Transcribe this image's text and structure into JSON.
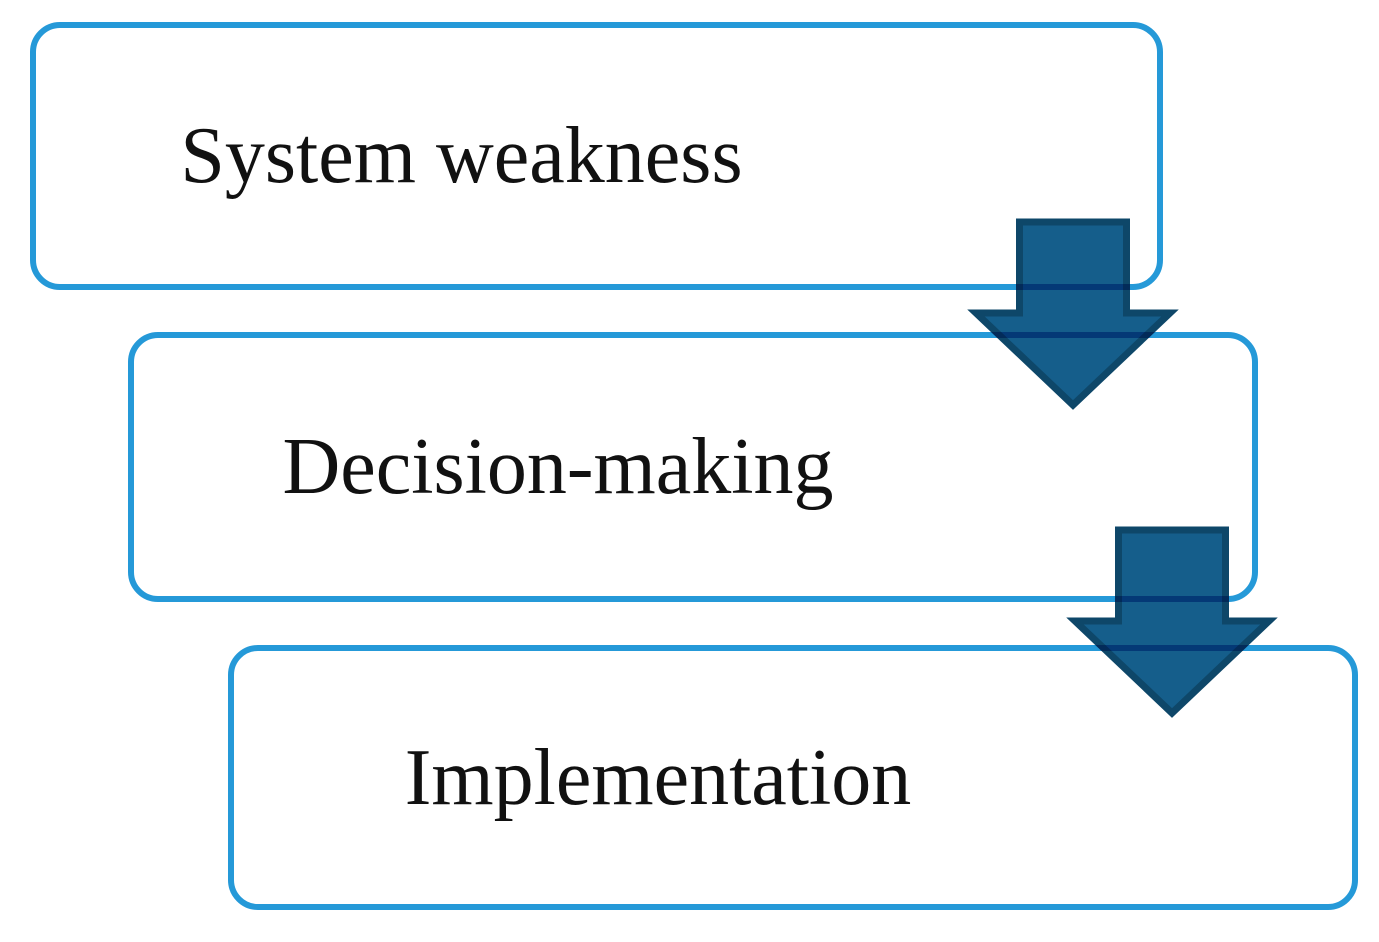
{
  "diagram": {
    "type": "flow-top-to-bottom",
    "steps": [
      {
        "label": "System weakness"
      },
      {
        "label": "Decision-making"
      },
      {
        "label": "Implementation"
      }
    ],
    "connectors": [
      {
        "from": "System weakness",
        "to": "Decision-making",
        "shape": "block-arrow-down"
      },
      {
        "from": "Decision-making",
        "to": "Implementation",
        "shape": "block-arrow-down"
      }
    ]
  },
  "colors": {
    "box_border": "#2599d8",
    "box_fill": "#ffffff",
    "arrow_fill": "#155e8b",
    "arrow_stroke": "#0e4769",
    "text": "#111111",
    "background": "#ffffff"
  }
}
